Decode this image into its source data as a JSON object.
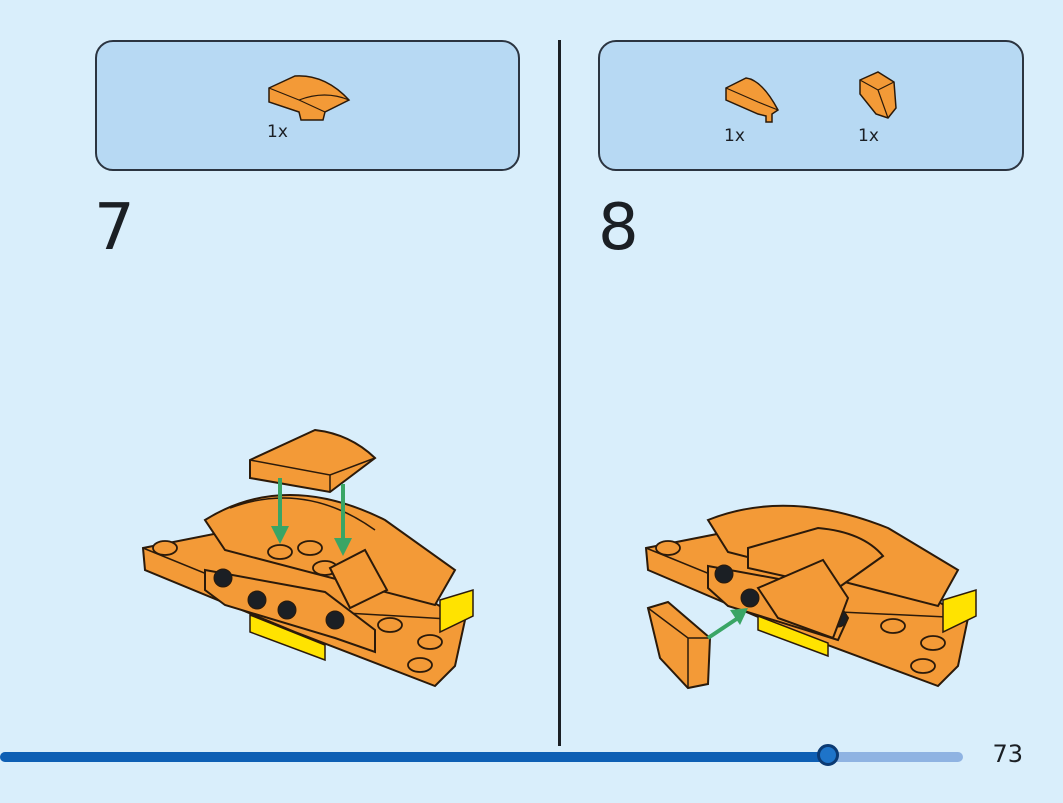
{
  "steps": [
    {
      "number": "7",
      "parts": [
        {
          "qty": "1x"
        }
      ]
    },
    {
      "number": "8",
      "parts": [
        {
          "qty": "1x"
        },
        {
          "qty": "1x"
        }
      ]
    }
  ],
  "progress": {
    "fraction": 0.86
  },
  "page_number": "73",
  "colors": {
    "background": "#d9eefb",
    "parts_box": "#b7d9f3",
    "brick_orange": "#f39a37",
    "brick_yellow": "#ffe300",
    "arrow_green": "#3aa565",
    "progress_fill": "#0e5fb4",
    "progress_track": "#8fb3e2"
  },
  "icons": [
    "curved-slope-brick-icon",
    "wedge-slope-brick-icon",
    "build-arrow-icon"
  ]
}
